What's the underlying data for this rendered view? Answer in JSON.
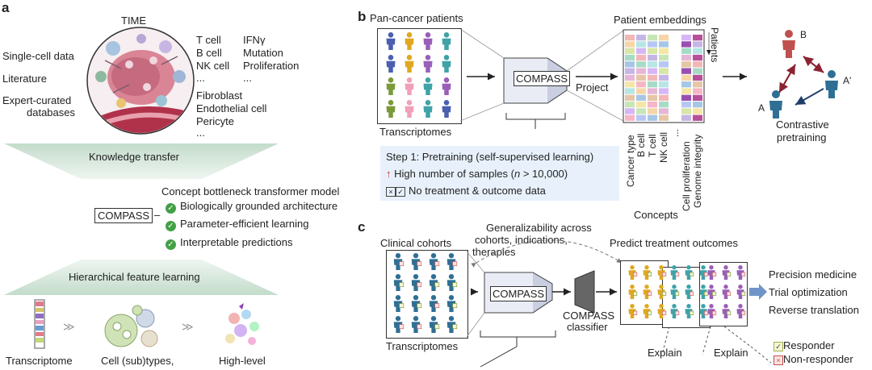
{
  "panel_a": {
    "letter": "a",
    "time_title": "TIME",
    "sources": [
      "Single-cell data",
      "Literature",
      "Expert-curated",
      "databases"
    ],
    "cells_col1": [
      "T cell",
      "B cell",
      "NK cell",
      "..."
    ],
    "cells_col2": [
      "IFNγ",
      "Mutation",
      "Proliferation",
      "..."
    ],
    "cells_col3": [
      "Fibroblast",
      "Endothelial cell",
      "Pericyte",
      "..."
    ],
    "knowledge_transfer": "Knowledge transfer",
    "model_title": "Concept bottleneck transformer model",
    "compass_label": "COMPASS",
    "dash": "–",
    "features": [
      "Biologically grounded architecture",
      "Parameter-efficient learning",
      "Interpretable predictions"
    ],
    "hierarchical": "Hierarchical feature learning",
    "bottom_labels": [
      "Transcriptome",
      "Cell (sub)types,",
      "High-level"
    ],
    "arrows": [
      "≫",
      "≫"
    ]
  },
  "panel_b": {
    "letter": "b",
    "pan_cancer": "Pan-cancer patients",
    "transcriptomes": "Transcriptomes",
    "compass_label": "COMPASS",
    "project": "Project",
    "patient_embeddings": "Patient embeddings",
    "patients_axis": "Patients",
    "step1": "Step 1: Pretraining (self-supervised learning)",
    "high_samples_prefix": "High number of samples (",
    "high_samples_n": "n",
    "high_samples_suffix": " > 10,000)",
    "no_treatment": "No treatment & outcome data",
    "concepts": [
      "Cancer type",
      "B cell",
      "T cell",
      "NK cell",
      "...",
      "Cell proliferation",
      "Genome integrity"
    ],
    "concepts_label": "Concepts",
    "contrastive": [
      "Contrastive",
      "pretraining"
    ],
    "node_b": "B",
    "node_a": "A",
    "node_a_prime": "A'"
  },
  "panel_c": {
    "letter": "c",
    "clinical": "Clinical cohorts",
    "generalizability": [
      "Generalizability across",
      "cohorts, indications,",
      "therapies"
    ],
    "predict": "Predict treatment outcomes",
    "compass_label": "COMPASS",
    "classifier": [
      "COMPASS",
      "classifier"
    ],
    "transcriptomes": "Transcriptomes",
    "outcomes": [
      "Precision medicine",
      "Trial optimization",
      "Reverse translation"
    ],
    "explain": [
      "Explain",
      "Explain"
    ],
    "legend": [
      "Responder",
      "Non-responder"
    ]
  },
  "colors": {
    "green": "#43a047",
    "banner": "#cfe3d6",
    "step_box": "#e8f1fb",
    "red_person": "#c0504d",
    "blue_person": "#2f6f95",
    "dark_red": "#8b2332",
    "arrow_blue": "#6f95c8"
  }
}
